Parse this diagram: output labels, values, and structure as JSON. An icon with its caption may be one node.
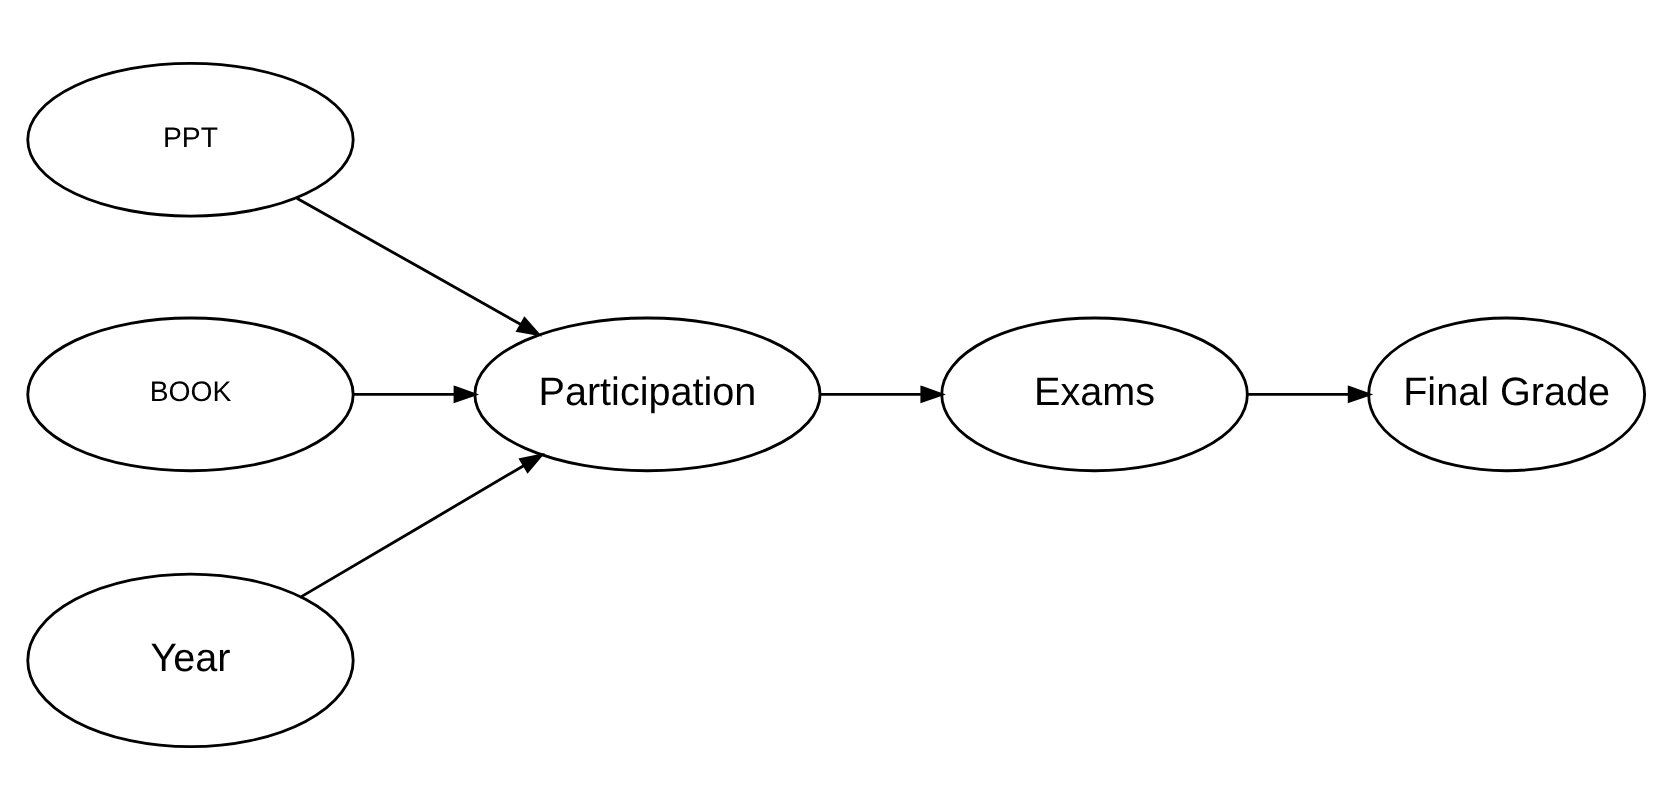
{
  "diagram": {
    "nodes": [
      {
        "text": [
          "PPT"
        ]
      },
      {
        "text": [
          "BOOK"
        ]
      },
      {
        "text": [
          "Year"
        ]
      },
      {
        "text": [
          "Participation"
        ]
      },
      {
        "text": [
          "Exams"
        ]
      },
      {
        "text": [
          "Final Grade"
        ]
      }
    ],
    "edges": [
      {
        "from": 0,
        "to": 3,
        "arrow": "to"
      },
      {
        "from": 1,
        "to": 3,
        "arrow": "to"
      },
      {
        "from": 2,
        "to": 3,
        "arrow": "to"
      },
      {
        "from": 3,
        "to": 4,
        "arrow": "to"
      },
      {
        "from": 4,
        "to": 5,
        "arrow": "to"
      }
    ]
  }
}
